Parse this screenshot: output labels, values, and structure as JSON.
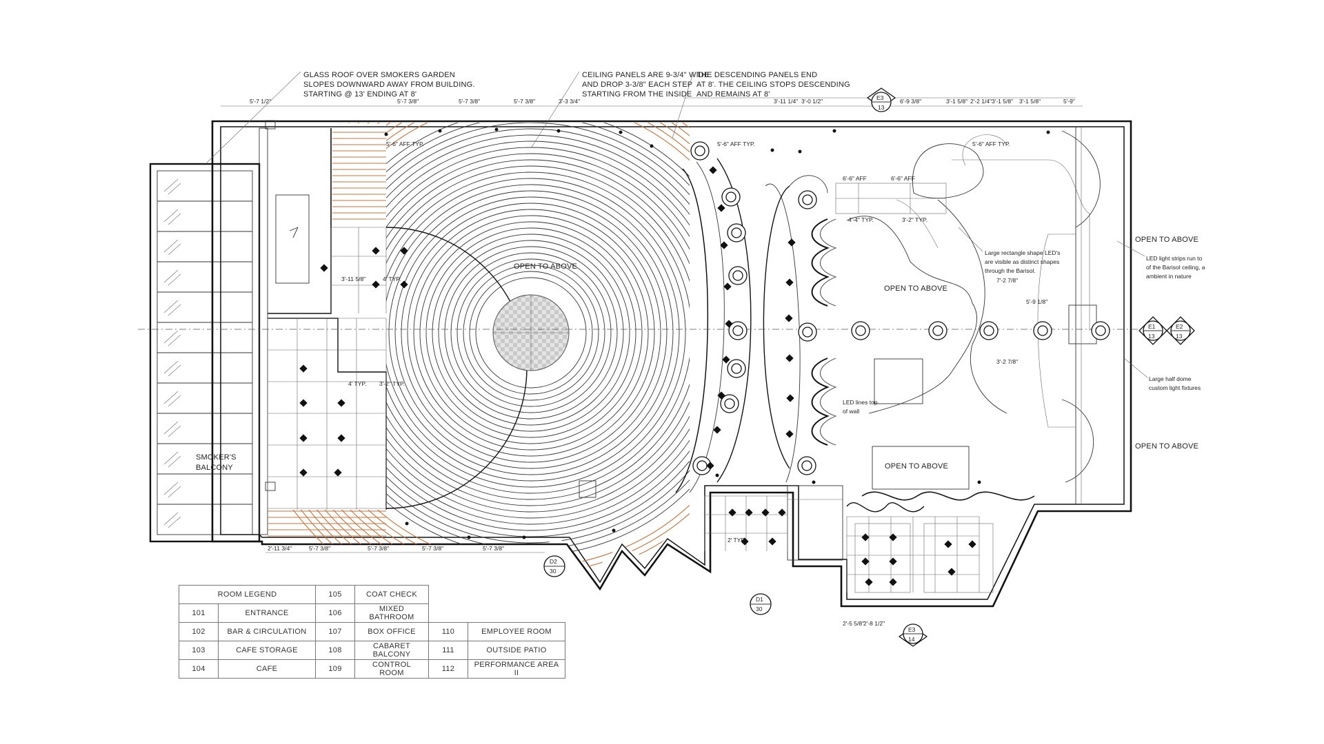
{
  "notes": {
    "glass_roof": [
      "GLASS ROOF OVER SMOKERS GARDEN",
      "SLOPES DOWNWARD AWAY FROM BUILDING.",
      "STARTING @ 13' ENDING AT 8'"
    ],
    "ceiling_panels": [
      "CEILING PANELS ARE 9-3/4\" WIDE",
      "AND DROP 3-3/8\" EACH STEP",
      "STARTING FROM THE INSIDE"
    ],
    "descending_panels": [
      "THE DESCENDING PANELS END",
      "AT 8'. THE CEILING STOPS DESCENDING",
      "AND REMAINS AT 8'"
    ],
    "led_rect": [
      "Large rectangle shape LED's",
      "are visible as distinct shapes",
      "through the Barisol."
    ],
    "led_strips": [
      "LED light strips run to",
      "of the Barisol ceiling, a",
      "ambient in nature"
    ],
    "half_dome": [
      "Large half dome",
      "custom light fixtures"
    ],
    "led_lines": [
      "LED lines top",
      "of wall"
    ]
  },
  "labels": {
    "open_above_1": "OPEN TO ABOVE",
    "open_above_2": "OPEN TO ABOVE",
    "open_above_3": "OPEN TO ABOVE",
    "open_above_4": "OPEN TO ABOVE",
    "open_above_5": "OPEN TO ABOVE",
    "smokers_balcony": [
      "SMOKER'S",
      "BALCONY"
    ]
  },
  "dimensions": {
    "top": [
      "5'-7 1/2\"",
      "5'-7 3/8\"",
      "5'-7 3/8\"",
      "5'-7 3/8\"",
      "3'-3 3/4\"",
      "3'-11 1/4\"",
      "3'-0 1/2\"",
      "6'-9 3/8\"",
      "3'-1 5/8\"",
      "2'-2 1/4\"",
      "3'-1 5/8\"",
      "3'-1 5/8\"",
      "5'-9\""
    ],
    "bottom": [
      "2'-11 3/4\"",
      "5'-7 3/8\"",
      "5'-7 3/8\"",
      "5'-7 3/8\"",
      "5'-7 3/8\""
    ],
    "interior": [
      "4'-4\" TYP.",
      "3'-2\" TYP.",
      "3'-11 5/8\"",
      "4' TYP.",
      "4' TYP.",
      "3'-2\" TYP.",
      "5'-6\" AFF TYP.",
      "5'-6\" AFF TYP.",
      "5'-6\" AFF TYP.",
      "6'-6\" AFF",
      "6'-6\" AFF",
      "5'-9 1/8\"",
      "7'-2 7/8\"",
      "3'-2 7/8\"",
      "2' TYP.",
      "2'-5 5/8\"",
      "2'-8 1/2\""
    ]
  },
  "markers": [
    {
      "top": "E3",
      "bottom": "13"
    },
    {
      "top": "D2",
      "bottom": "30"
    },
    {
      "top": "D1",
      "bottom": "30"
    },
    {
      "top": "E3",
      "bottom": "14"
    },
    {
      "top": "E2",
      "bottom": "13"
    },
    {
      "top": "E1",
      "bottom": "13"
    }
  ],
  "legend": {
    "title": "ROOM LEGEND",
    "rooms": [
      {
        "num": "101",
        "name": "ENTRANCE"
      },
      {
        "num": "102",
        "name": "BAR & CIRCULATION"
      },
      {
        "num": "103",
        "name": "CAFE STORAGE"
      },
      {
        "num": "104",
        "name": "CAFE"
      },
      {
        "num": "105",
        "name": "COAT CHECK"
      },
      {
        "num": "106",
        "name": "MIXED BATHROOM"
      },
      {
        "num": "107",
        "name": "BOX OFFICE"
      },
      {
        "num": "108",
        "name": "CABARET BALCONY"
      },
      {
        "num": "109",
        "name": "CONTROL ROOM"
      },
      {
        "num": "110",
        "name": "EMPLOYEE ROOM"
      },
      {
        "num": "111",
        "name": "OUTSIDE PATIO"
      },
      {
        "num": "112",
        "name": "PERFORMANCE AREA II"
      }
    ]
  }
}
